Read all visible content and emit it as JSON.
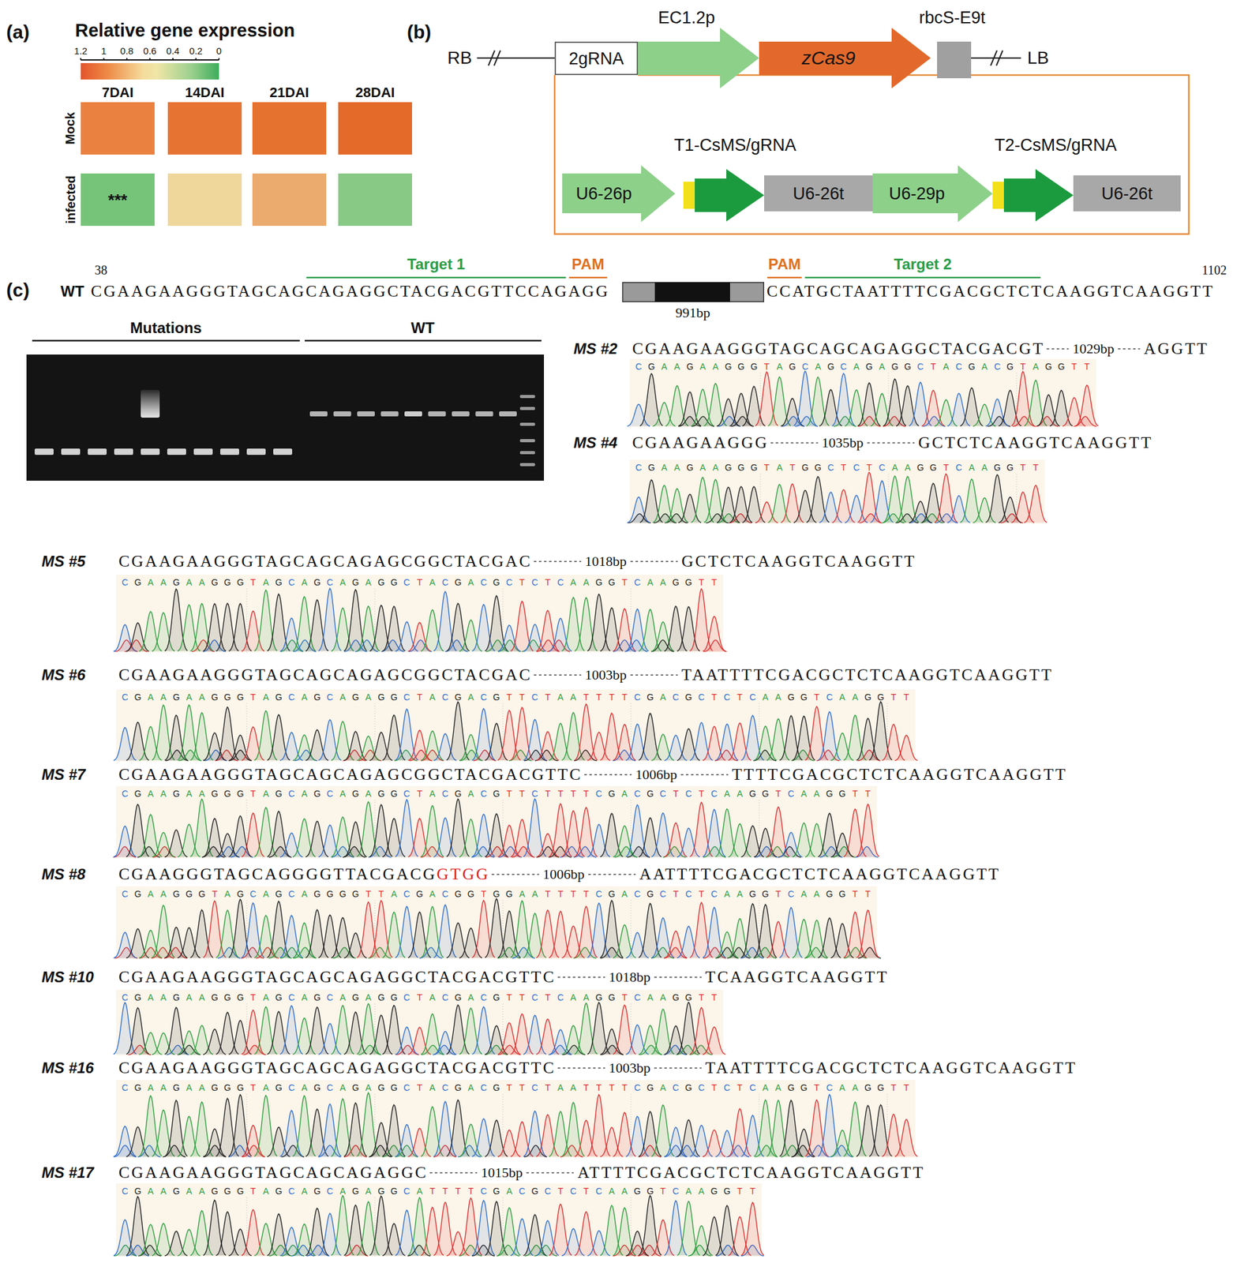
{
  "diagram": {
    "nodes": [
      {
        "text": [
          "***"
        ]
      },
      {
        "text": [
          "2gRNA"
        ]
      },
      {
        "text": [
          "EC1.2p"
        ]
      },
      {
        "text": [
          "zCas9"
        ]
      },
      {
        "text": [
          "rbcS-E9t"
        ]
      },
      {
        "text": [
          "U6-26p"
        ]
      },
      {
        "text": [
          "T1-CsMS/gRNA"
        ]
      },
      {
        "text": [
          "U6-26t"
        ]
      },
      {
        "text": [
          "U6-29p"
        ]
      },
      {
        "text": [
          "T2-CsMS/gRNA"
        ]
      },
      {
        "text": [
          "U6-26t"
        ]
      },
      {
        "text": [
          "991bp"
        ]
      }
    ],
    "labels": [
      "(a)",
      "Relative gene expression",
      "1.2",
      "1",
      "0.8",
      "0.6",
      "0.4",
      "0.2",
      "0",
      "7DAI",
      "14DAI",
      "21DAI",
      "28DAI",
      "Mock",
      "infected",
      "(b)",
      "RB",
      "LB",
      "(c)",
      "38",
      "WT",
      "CGAAGAAGGGTAGCAGCAGAGGCTACGACGTTCCAGAGG",
      "Target 1",
      "PAM",
      "PAM",
      "Target 2",
      "CCATGCTAATTTTCGACGCTCTCAAGGTCAAGGTT",
      "1102",
      "Mutations",
      "WT",
      "MS #2",
      "CGAAGAAGGGTAGCAGCAGAGGCTACGACGT",
      "1029bp",
      "AGGTT",
      "CGAAGAAGGGTAGCAGCAGAGGCTACGACGTAGGTT",
      "MS #4",
      "CGAAGAAGGG",
      "1035bp",
      "GCTCTCAAGGTCAAGGTT",
      "CGAAGAAGGGTATGGCTCTCAAGGTCAAGGTT",
      "MS #5",
      "CGAAGAAGGGTAGCAGCAGAGCGGCTACGAC",
      "1018bp",
      "GCTCTCAAGGTCAAGGTT",
      "CGAAGAAGGGTAGCAGCAGAGGCTACGACGCTCTCAAGGTCAAGGTT",
      "MS #6",
      "CGAAGAAGGGTAGCAGCAGAGCGGCTACGAC",
      "1003bp",
      "TAATTTTCGACGCTCTCAAGGTCAAGGTT",
      "CGAAGAAGGGTAGCAGCAGAGGCTACGACGTTCTAATTTTCGACGCTCTCAAGGTCAAGGTT",
      "MS #7",
      "CGAAGAAGGGTAGCAGCAGAGCGGCTACGACGTTC",
      "1006bp",
      "TTTTCGACGCTCTCAAGGTCAAGGTT",
      "CGAAGAAGGGTAGCAGCAGAGGCTACGACGTTCTTTTCGACGCTCTCAAGGTCAAGGTT",
      "MS #8",
      "CGAAGGGTAGCAGGGGTTACGACG",
      "GTGG",
      "1006bp",
      "AATTTTCGACGCTCTCAAGGTCAAGGTT",
      "CGAAGGGTAGCAGCAGGGGTTACGACGGTGGAATTTTCGACGCTCTCAAGGTCAAGGTT",
      "MS #10",
      "CGAAGAAGGGTAGCAGCAGAGGCTACGACGTTC",
      "1018bp",
      "TCAAGGTCAAGGTT",
      "CGAAGAAGGGTAGCAGCAGAGGCTACGACGTTCTCAAGGTCAAGGTT",
      "MS #16",
      "CGAAGAAGGGTAGCAGCAGAGGCTACGACGTTC",
      "1003bp",
      "TAATTTTCGACGCTCTCAAGGTCAAGGTT",
      "CGAAGAAGGGTAGCAGCAGAGGCTACGACGTTCTAATTTTCGACGCTCTCAAGGTCAAGGTT",
      "MS #17",
      "CGAAGAAGGGTAGCAGCAGAGGC",
      "1015bp",
      "ATTTTCGACGCTCTCAAGGTCAAGGTT",
      "CGAAGAAGGGTAGCAGCAGAGGCATTTTCGACGCTCTCAAGGTCAAGGTT"
    ]
  }
}
